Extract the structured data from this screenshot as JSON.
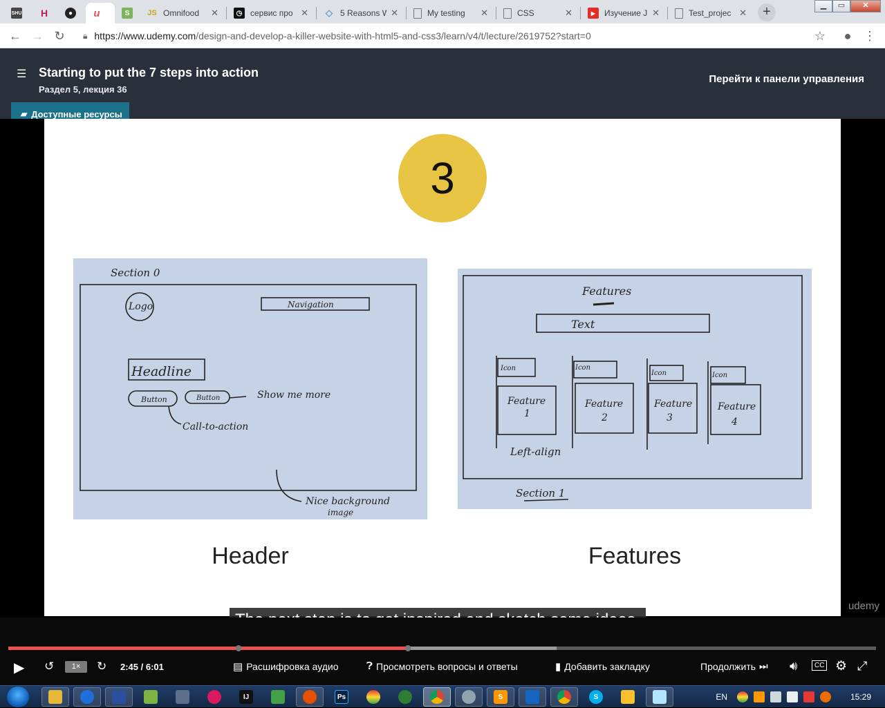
{
  "browser": {
    "tabs": [
      {
        "title": "",
        "icon": "SHU"
      },
      {
        "title": "",
        "icon": "H"
      },
      {
        "title": "",
        "icon": "github-icon"
      },
      {
        "title": "",
        "icon": "udemy-icon"
      },
      {
        "title": "",
        "icon": "shopify-icon"
      },
      {
        "title": "Omnifood",
        "icon": "JS"
      },
      {
        "title": "сервис про",
        "icon": "clock-icon"
      },
      {
        "title": "5 Reasons W",
        "icon": "diamond-icon"
      },
      {
        "title": "My testing",
        "icon": "file-icon"
      },
      {
        "title": "CSS",
        "icon": "file-icon"
      },
      {
        "title": "Изучение J",
        "icon": "youtube-icon"
      },
      {
        "title": "Test_projec",
        "icon": "file-icon"
      }
    ],
    "close_glyph": "✕",
    "newtab_glyph": "+",
    "url_host": "https://www.udemy.com",
    "url_path": "/design-and-develop-a-killer-website-with-html5-and-css3/learn/v4/t/lecture/2619752?start=0"
  },
  "course_header": {
    "lecture_title": "Starting to put the 7 steps into action",
    "lecture_subtitle": "Раздел 5, лекция 36",
    "dashboard_link": "Перейти к панели управления",
    "resources_button": "Доступные ресурсы"
  },
  "slide": {
    "step_number": "3",
    "left_caption": "Header",
    "right_caption": "Features",
    "watermark": "udemy",
    "left_sketch": {
      "section": "Section 0",
      "logo": "Logo",
      "nav": "Navigation",
      "headline": "Headline",
      "button1": "Button",
      "button2": "Button",
      "show_more": "Show me more",
      "cta": "Call-to-action",
      "bg": "Nice background",
      "bg2": "image"
    },
    "right_sketch": {
      "title": "Features",
      "text": "Text",
      "icon": "Icon",
      "features": [
        "Feature",
        "Feature",
        "Feature",
        "Feature"
      ],
      "numbers": [
        "1",
        "2",
        "3",
        "4"
      ],
      "align": "Left-align",
      "section": "Section 1"
    }
  },
  "video": {
    "subtitle": "The next step is to get inspired and sketch some ideas.",
    "progress_played": 0.459,
    "progress_buffered": 0.632,
    "time": "2:45 / 6:01",
    "speed": "1×",
    "transcript": "Расшифровка аудио",
    "qa": "Просмотреть вопросы и ответы",
    "bookmark": "Добавить закладку",
    "continue": "Продолжить"
  },
  "taskbar": {
    "lang": "EN",
    "clock": "15:29"
  }
}
